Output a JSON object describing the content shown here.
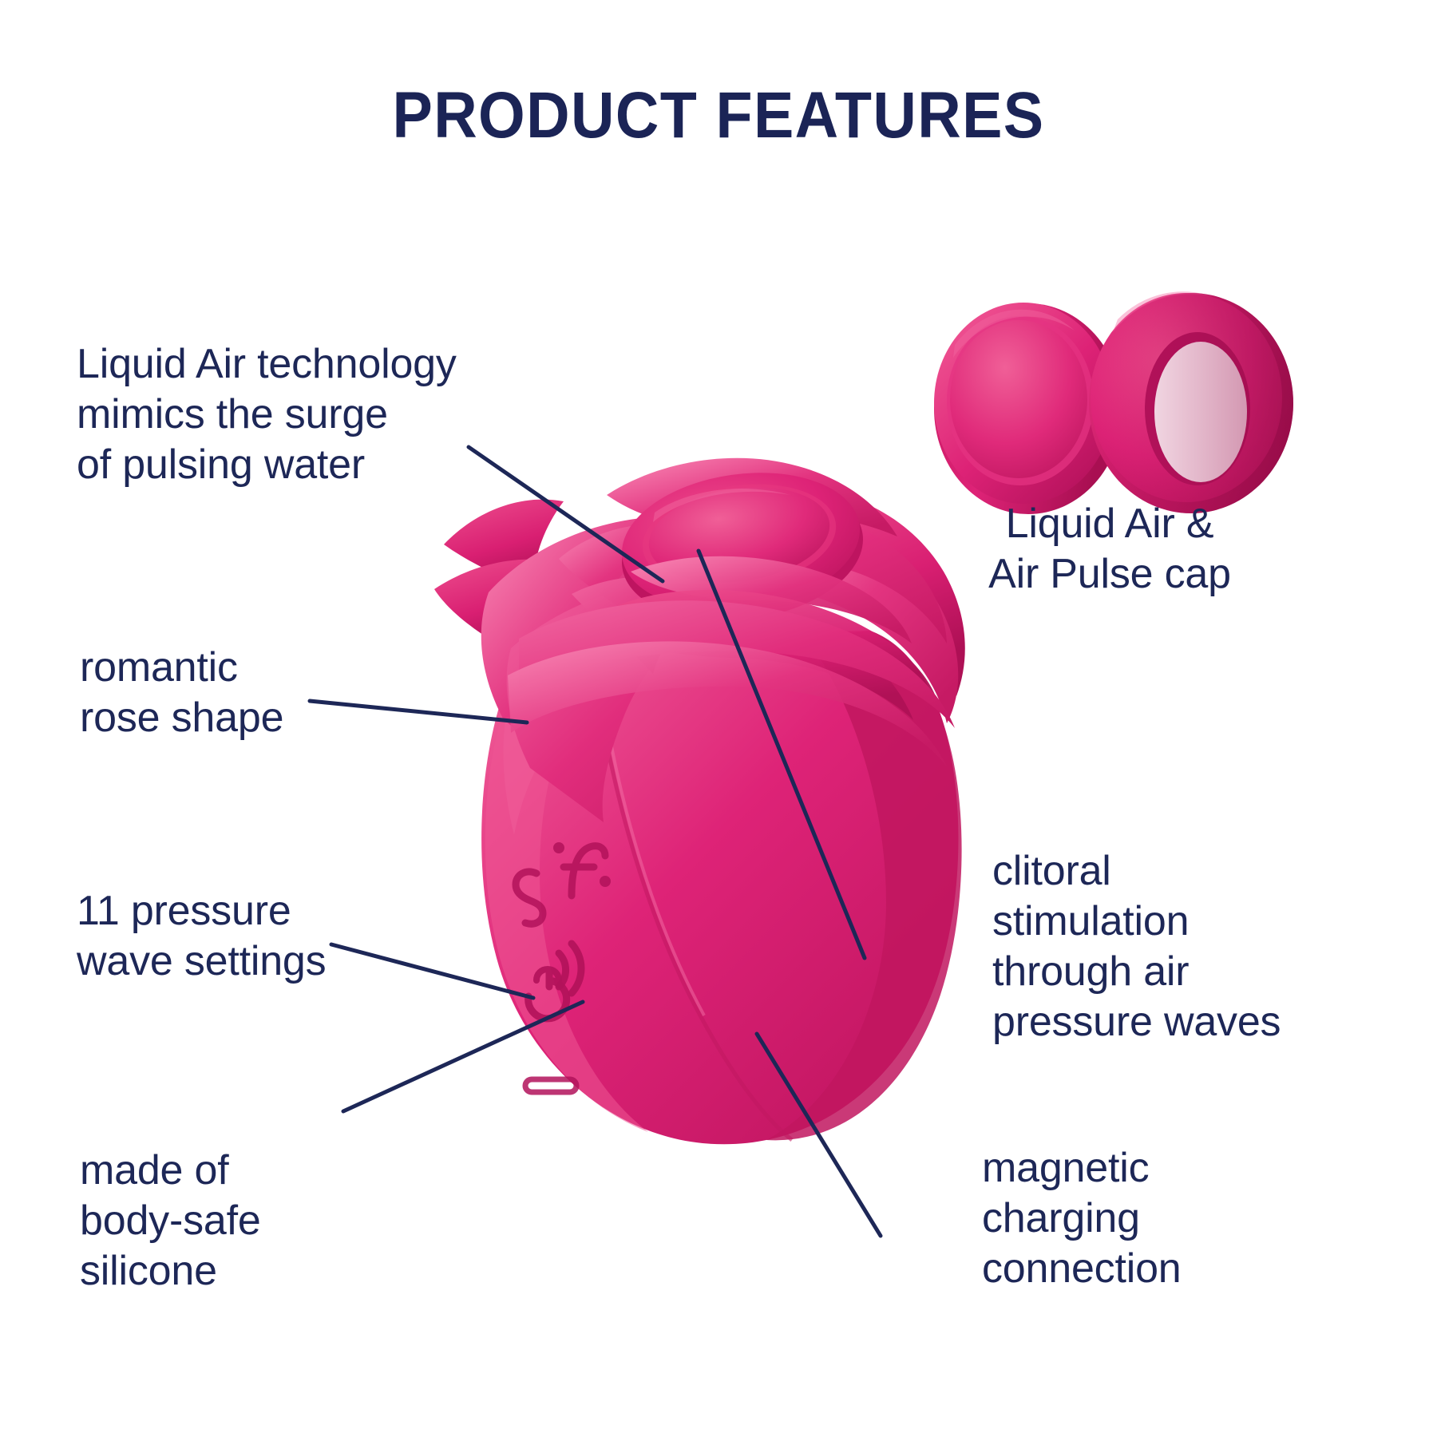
{
  "page": {
    "title": "PRODUCT FEATURES",
    "background": "#ffffff",
    "text_color": "#1d2757",
    "accent_pink": "#DE2377",
    "accent_pink_dark": "#B01055",
    "accent_pink_light": "#F0407F"
  },
  "callouts": {
    "liquid_air": "Liquid Air technology\nmimics the surge\nof pulsing water",
    "romantic": "romantic\nrose shape",
    "settings": "11 pressure\nwave settings",
    "silicone": "made of\nbody-safe\nsilicone",
    "cap_label": "Liquid Air &\nAir Pulse cap",
    "clitoral": "clitoral\nstimulation\nthrough air\npressure waves",
    "magnetic": "magnetic\ncharging\nconnection"
  },
  "product": {
    "name": "rose-shaped air pulse stimulator",
    "brand_mark": "Satisfyer logo",
    "controls": [
      "power-button-icon",
      "pressure-wave-icon",
      "charging-contact-icon"
    ]
  },
  "accessories": {
    "left_cap": "Liquid Air cap (solid disc)",
    "right_cap": "Air Pulse cap (open ring)"
  }
}
